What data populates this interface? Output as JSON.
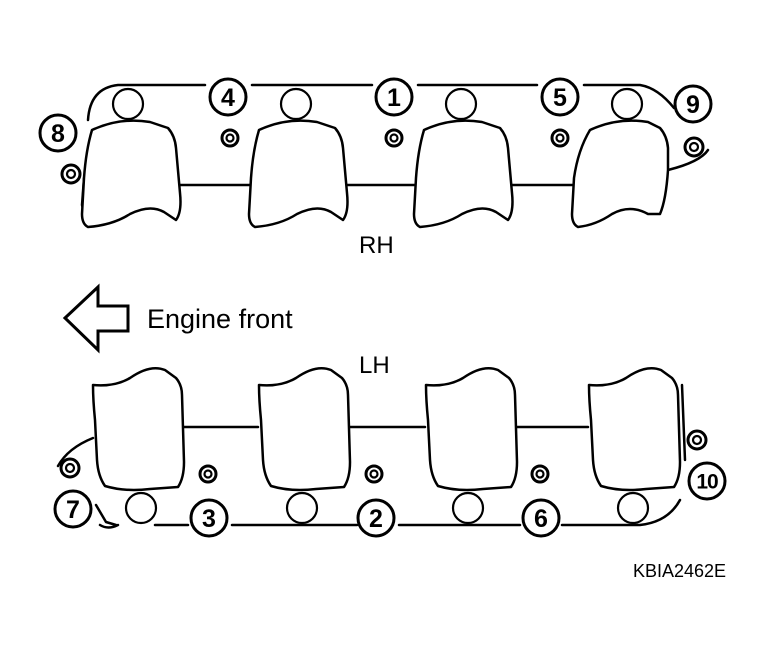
{
  "labels": {
    "rh": "RH",
    "lh": "LH",
    "engine_front": "Engine front",
    "figure_code": "KBIA2462E"
  },
  "sequence": {
    "rh": [
      "8",
      "4",
      "1",
      "5",
      "9"
    ],
    "lh": [
      "7",
      "3",
      "2",
      "6",
      "10"
    ]
  },
  "icons": {
    "front_arrow": "arrow-left-icon"
  }
}
